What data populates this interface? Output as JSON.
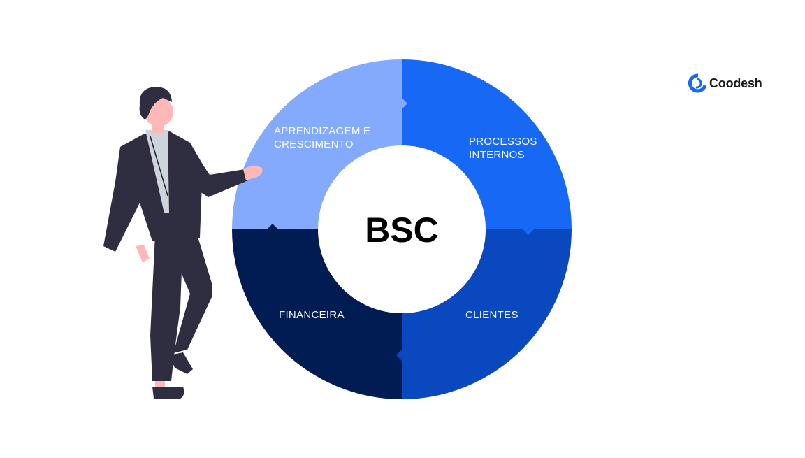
{
  "brand": {
    "name": "Coodesh",
    "icon": "coodesh-logo-icon",
    "color": "#1668f5"
  },
  "diagram": {
    "center_label": "BSC",
    "quadrants": [
      {
        "id": "aprendizagem",
        "line1": "APRENDIZAGEM E",
        "line2": "CRESCIMENTO",
        "color": "#83aafc"
      },
      {
        "id": "processos",
        "line1": "PROCESSOS",
        "line2": "INTERNOS",
        "color": "#1668f5"
      },
      {
        "id": "clientes",
        "line1": "CLIENTES",
        "line2": "",
        "color": "#0a48c0"
      },
      {
        "id": "financeira",
        "line1": "FINANCEIRA",
        "line2": "",
        "color": "#001c52"
      }
    ]
  },
  "illustration": {
    "subject": "businessman-presenting",
    "suit_color": "#2f2e41",
    "skin_color": "#ffb8b8",
    "shirt_color": "#cfd4dc"
  }
}
